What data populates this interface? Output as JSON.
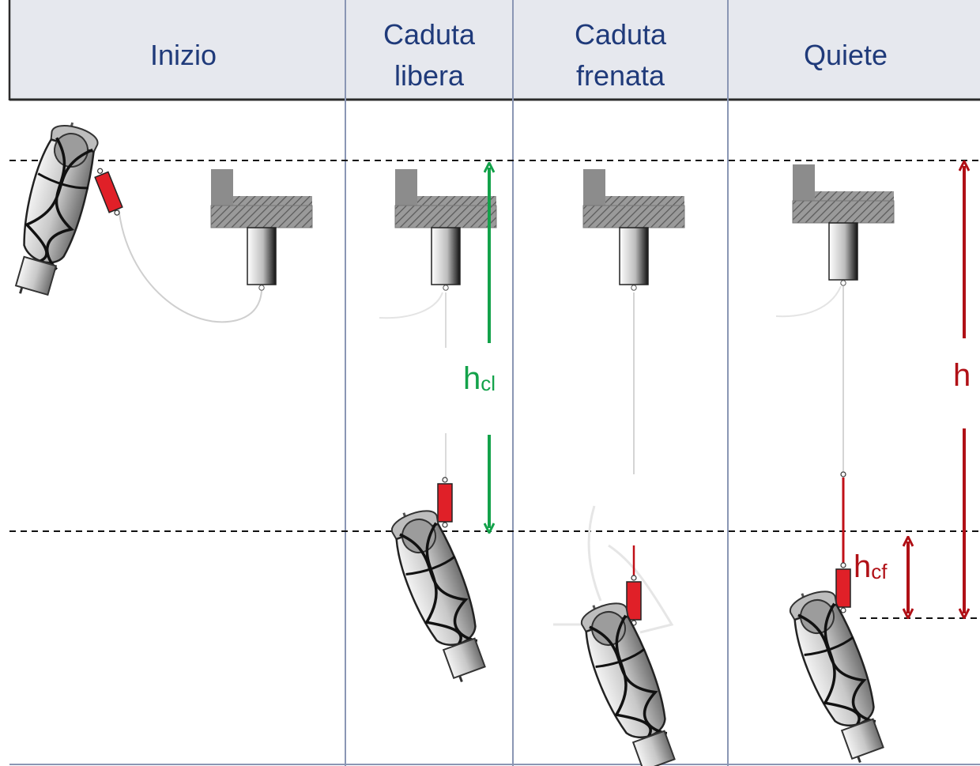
{
  "header": {
    "columns": [
      {
        "line1": "Inizio",
        "line2": ""
      },
      {
        "line1": "Caduta",
        "line2": "libera"
      },
      {
        "line1": "Caduta",
        "line2": "frenata"
      },
      {
        "line1": "Quiete",
        "line2": ""
      }
    ]
  },
  "labels": {
    "h_cl": {
      "main": "h",
      "sub": "cl"
    },
    "h": {
      "main": "h",
      "sub": ""
    },
    "h_cf": {
      "main": "h",
      "sub": "cf"
    }
  },
  "colors": {
    "header_bg": "#e6e8ee",
    "header_text": "#1f3a7a",
    "grid_line": "#8a96b4",
    "green_arrow": "#13a24a",
    "red_arrow": "#b01016",
    "absorber_red": "#e02028"
  }
}
